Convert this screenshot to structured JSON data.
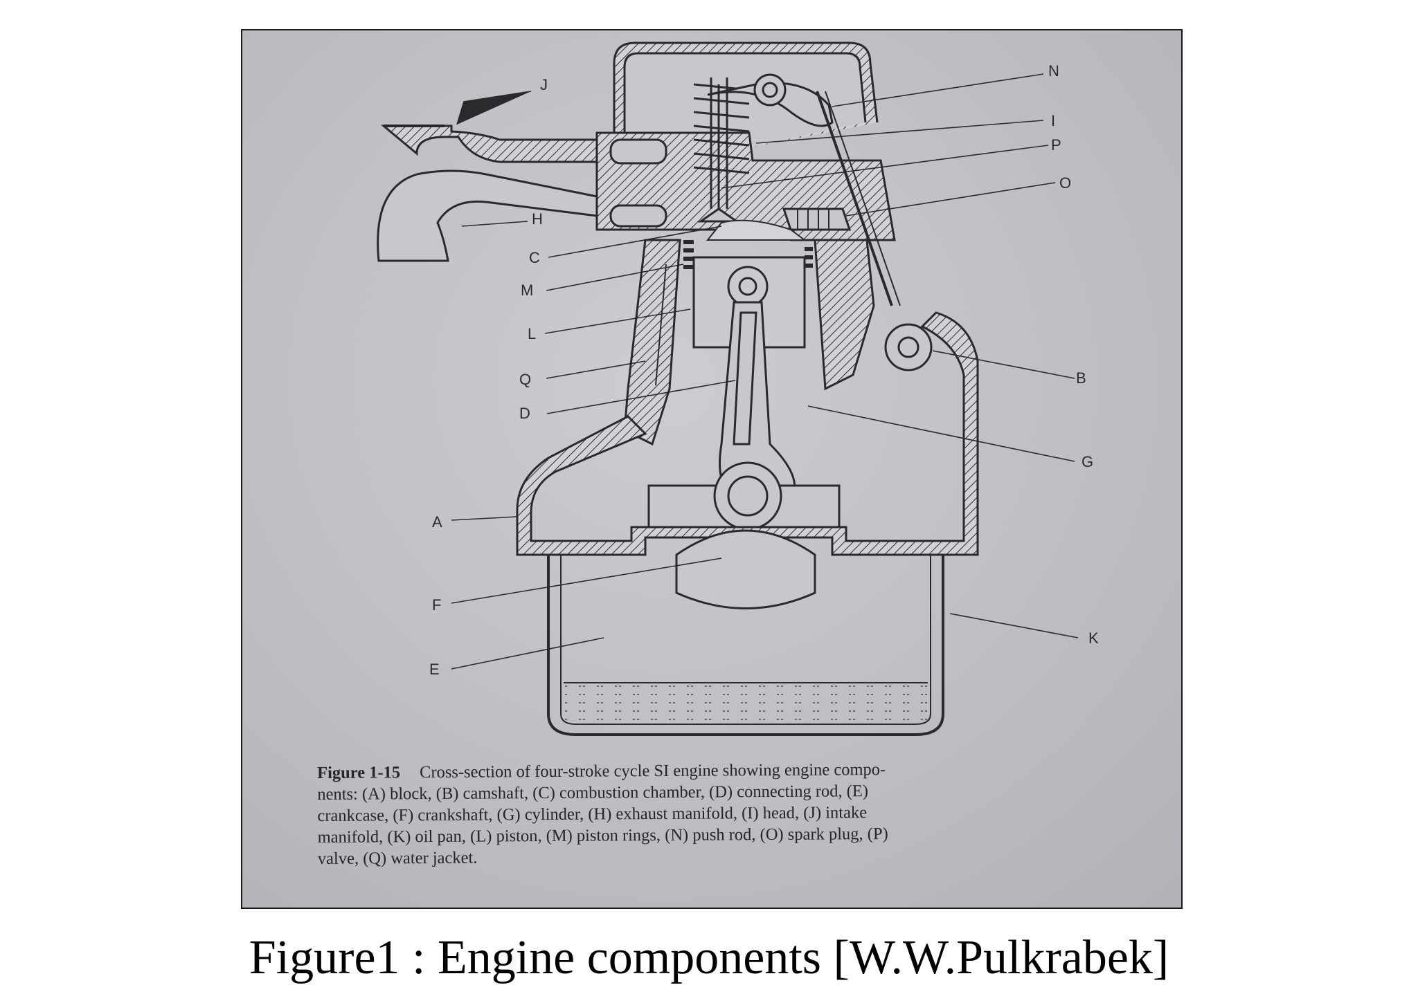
{
  "slide_caption": "Figure1 : Engine components [W.W.Pulkrabek]",
  "figure": {
    "number": "Figure 1-15",
    "caption": "Cross-section of four-stroke cycle SI engine showing engine compo-\nnents: (A) block, (B) camshaft, (C) combustion chamber, (D) connecting rod, (E)\ncrankcase, (F) crankshaft, (G) cylinder, (H) exhaust manifold, (I) head, (J) intake\nmanifold, (K) oil pan, (L) piston, (M) piston rings, (N) push rod, (O) spark plug, (P)\nvalve, (Q) water jacket."
  },
  "labels": {
    "A": "A",
    "B": "B",
    "C": "C",
    "D": "D",
    "E": "E",
    "F": "F",
    "G": "G",
    "H": "H",
    "I": "I",
    "J": "J",
    "K": "K",
    "L": "L",
    "M": "M",
    "N": "N",
    "O": "O",
    "P": "P",
    "Q": "Q"
  },
  "colors": {
    "paper": "#c4c4c8",
    "ink": "#2a2a2c",
    "frame": "#1a1a1a",
    "slide_background": "#ffffff"
  }
}
